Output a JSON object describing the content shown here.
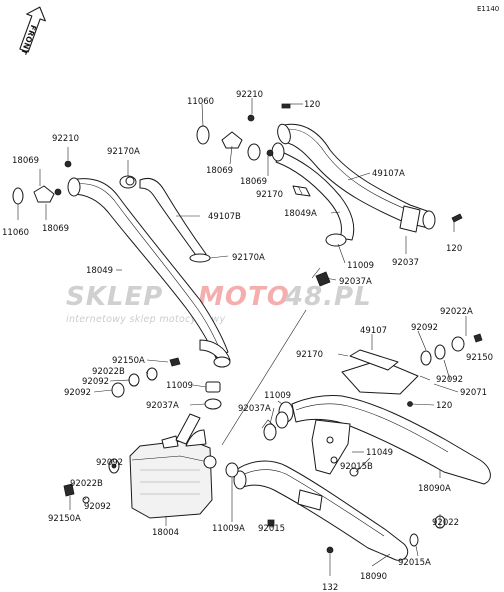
{
  "diagram": {
    "id": "E1140",
    "front_label": "FRONT",
    "watermark": {
      "brand_part1": "SKLEP",
      "brand_part2": "MOTO",
      "brand_part3": "48.PL",
      "tagline": "internetowy sklep motocyklowy"
    },
    "colors": {
      "watermark_gray": "#c8c8c8",
      "watermark_red": "#f4a0a0",
      "line": "#1a1a1a"
    },
    "labels": {
      "l120a": "120",
      "l92210a": "92210",
      "l11060a": "11060",
      "l18069a": "18069",
      "l18069b": "18069",
      "l92170a": "92170",
      "l49107a": "49107A",
      "l18049a": "18049A",
      "l120b": "120",
      "l92037": "92037",
      "l11009a": "11009",
      "l92037a": "92037A",
      "l92210b": "92210",
      "l18069c": "18069",
      "l18069d": "18069",
      "l11060b": "11060",
      "l92170b": "92170A",
      "l49107b": "49107B",
      "l92170c": "92170A",
      "l18049": "18049",
      "l49107": "49107",
      "l92092a": "92092",
      "l92022a": "92022A",
      "l92170d": "92170",
      "l92150": "92150",
      "l92092b": "92092",
      "l92071": "92071",
      "l120c": "120",
      "l92150a": "92150A",
      "l92022b": "92022B",
      "l92092c": "92092",
      "l92092d": "92092",
      "l11009b": "11009",
      "l92037b": "92037A",
      "l11009c": "11009",
      "l92037c": "92037A",
      "l11049": "11049",
      "l92092e": "92092",
      "l92022c": "92022B",
      "l92092f": "92092",
      "l92150b": "92150A",
      "l18004": "18004",
      "l11009d": "11009A",
      "l92015": "92015",
      "l92015b": "92015B",
      "l18090a": "18090A",
      "l92022d": "92022",
      "l92015a": "92015A",
      "l18090": "18090",
      "l132": "132"
    }
  }
}
